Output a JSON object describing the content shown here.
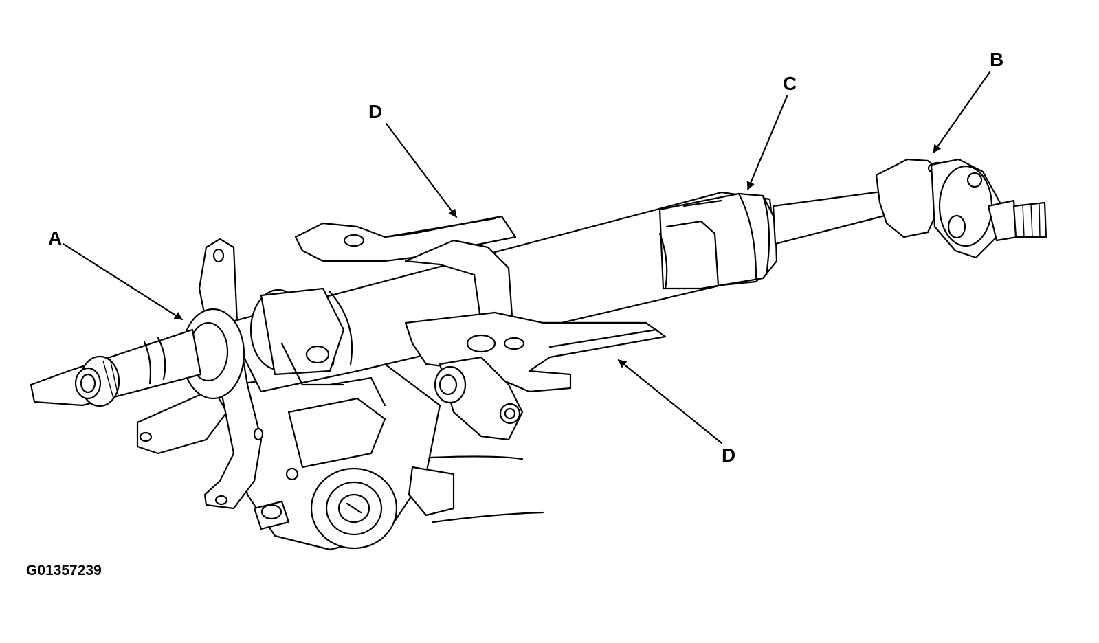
{
  "figure_id": "G01357239",
  "callouts": {
    "A": "A",
    "B": "B",
    "C": "C",
    "D_top": "D",
    "D_bottom": "D"
  },
  "colors": {
    "ink": "#000000",
    "paper": "#ffffff"
  }
}
